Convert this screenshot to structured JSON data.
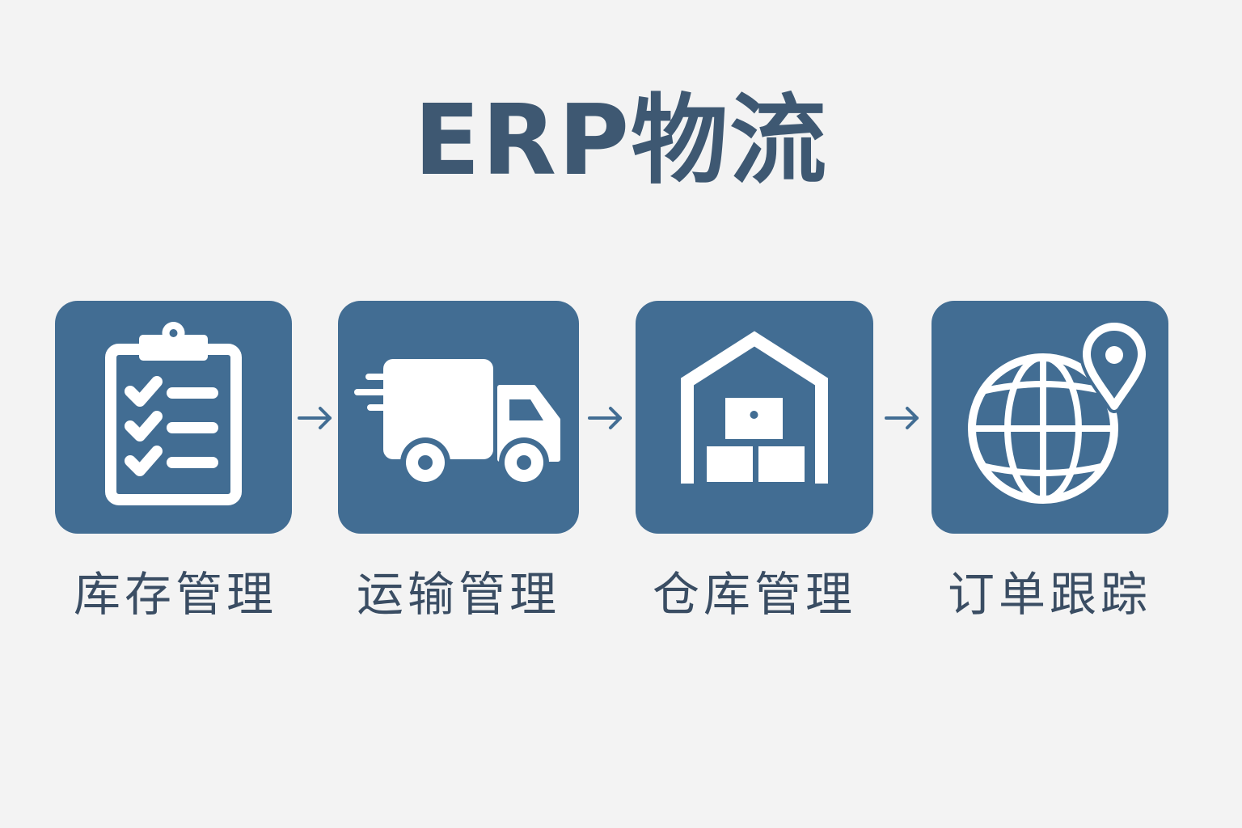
{
  "title": "ERP物流",
  "colors": {
    "background": "#f3f3f3",
    "tile": "#426d93",
    "title_text": "#3e5872",
    "label_text": "#3a4d63",
    "icon": "#ffffff"
  },
  "steps": [
    {
      "label": "库存管理",
      "icon": "clipboard-checklist-icon"
    },
    {
      "label": "运输管理",
      "icon": "delivery-truck-icon"
    },
    {
      "label": "仓库管理",
      "icon": "warehouse-icon"
    },
    {
      "label": "订单跟踪",
      "icon": "globe-location-icon"
    }
  ]
}
